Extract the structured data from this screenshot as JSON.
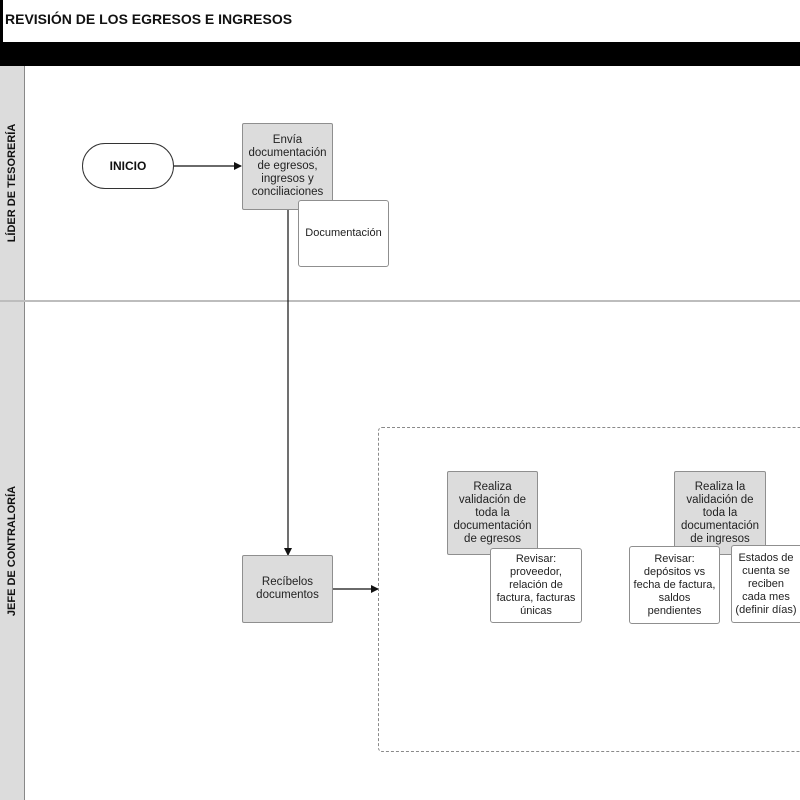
{
  "diagram": {
    "title": "REVISIÓN DE LOS EGRESOS E INGRESOS",
    "lanes": {
      "lider": "LÍDER DE TESORERÍA",
      "jefe": "JEFE DE CONTRALORÍA"
    },
    "nodes": {
      "inicio": "INICIO",
      "envia": "Envía documentación de egresos, ingresos y conciliaciones",
      "documentacion": "Documentación",
      "recibelos": "Recíbelos documentos",
      "valida_egresos": "Realiza validación de toda la documentación de egresos",
      "revisar_egresos": "Revisar: proveedor, relación de factura, facturas únicas",
      "valida_ingresos": "Realiza la validación de toda la documentación de ingresos",
      "revisar_ingresos": "Revisar: depósitos vs fecha de factura, saldos pendientes",
      "estados_cuenta": "Estados de cuenta se reciben cada mes (definir días)"
    }
  }
}
